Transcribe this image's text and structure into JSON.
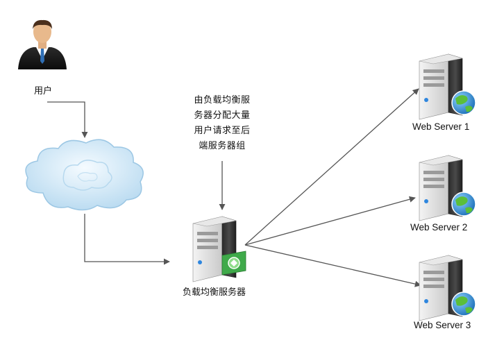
{
  "nodes": {
    "user": {
      "label": "用户"
    },
    "load_balancer": {
      "label": "负载均衡服务器"
    },
    "web_servers": [
      {
        "label": "Web Server 1"
      },
      {
        "label": "Web Server 2"
      },
      {
        "label": "Web Server 3"
      }
    ]
  },
  "annotation": {
    "lines": [
      "由负载均衡服",
      "务器分配大量",
      "用户请求至后",
      "端服务器组"
    ]
  },
  "colors": {
    "connector": "#555555",
    "cloud": "#cde6f5",
    "server_body": "#3a3a3a",
    "globe_blue": "#2f8fd6",
    "globe_green": "#5bbf3a"
  }
}
